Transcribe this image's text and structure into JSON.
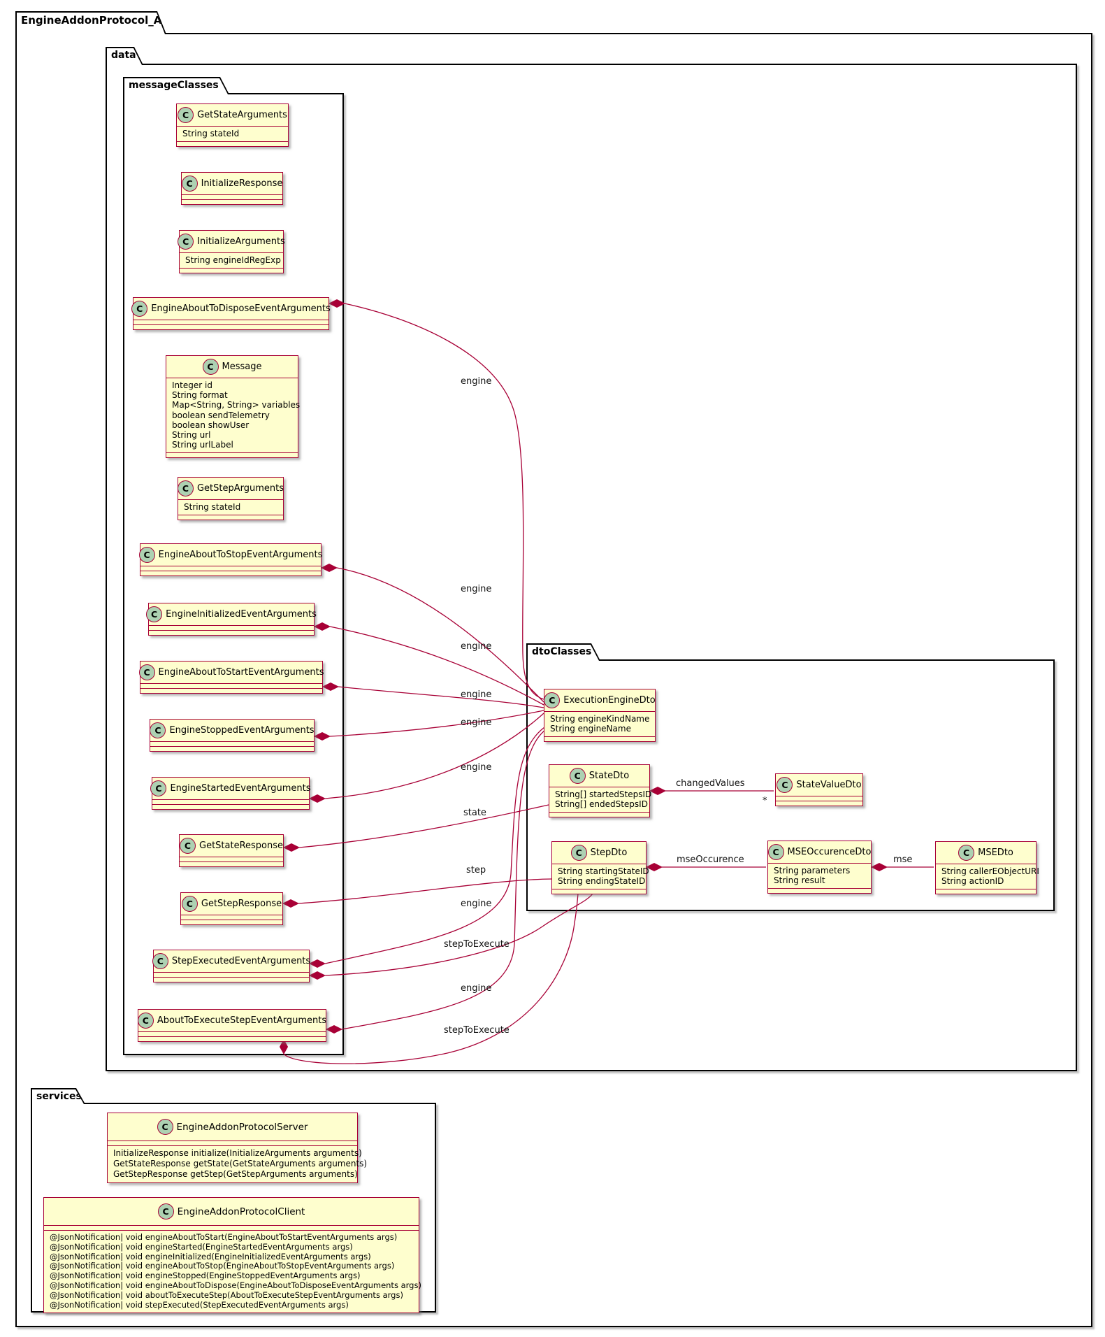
{
  "diagram": {
    "frame_title": "EngineAddonProtocol_API",
    "class_letter": "C",
    "packages": {
      "data": "data",
      "message_classes": "messageClasses",
      "dto_classes": "dtoClasses",
      "services": "services"
    }
  },
  "classes": {
    "get_state_arguments": {
      "name": "GetStateArguments",
      "attrs": [
        "String stateId"
      ]
    },
    "initialize_response": {
      "name": "InitializeResponse",
      "attrs": []
    },
    "initialize_arguments": {
      "name": "InitializeArguments",
      "attrs": [
        "String engineIdRegExp"
      ]
    },
    "engine_about_to_dispose": {
      "name": "EngineAboutToDisposeEventArguments",
      "attrs": []
    },
    "message": {
      "name": "Message",
      "attrs": [
        "Integer id",
        "String format",
        "Map<String, String> variables",
        "boolean sendTelemetry",
        "boolean showUser",
        "String url",
        "String urlLabel"
      ]
    },
    "get_step_arguments": {
      "name": "GetStepArguments",
      "attrs": [
        "String stateId"
      ]
    },
    "engine_about_to_stop": {
      "name": "EngineAboutToStopEventArguments",
      "attrs": []
    },
    "engine_initialized": {
      "name": "EngineInitializedEventArguments",
      "attrs": []
    },
    "engine_about_to_start": {
      "name": "EngineAboutToStartEventArguments",
      "attrs": []
    },
    "engine_stopped": {
      "name": "EngineStoppedEventArguments",
      "attrs": []
    },
    "engine_started": {
      "name": "EngineStartedEventArguments",
      "attrs": []
    },
    "get_state_response": {
      "name": "GetStateResponse",
      "attrs": []
    },
    "get_step_response": {
      "name": "GetStepResponse",
      "attrs": []
    },
    "step_executed": {
      "name": "StepExecutedEventArguments",
      "attrs": []
    },
    "about_to_execute_step": {
      "name": "AboutToExecuteStepEventArguments",
      "attrs": []
    },
    "execution_engine_dto": {
      "name": "ExecutionEngineDto",
      "attrs": [
        "String engineKindName",
        "String engineName"
      ]
    },
    "state_dto": {
      "name": "StateDto",
      "attrs": [
        "String[] startedStepsID",
        "String[] endedStepsID"
      ]
    },
    "state_value_dto": {
      "name": "StateValueDto",
      "attrs": []
    },
    "step_dto": {
      "name": "StepDto",
      "attrs": [
        "String startingStateID",
        "String endingStateID"
      ]
    },
    "mse_occurence_dto": {
      "name": "MSEOccurenceDto",
      "attrs": [
        "String parameters",
        "String result"
      ]
    },
    "mse_dto": {
      "name": "MSEDto",
      "attrs": [
        "String callerEObjectURI",
        "String actionID"
      ]
    },
    "server": {
      "name": "EngineAddonProtocolServer",
      "methods": [
        "InitializeResponse initialize(InitializeArguments arguments)",
        "GetStateResponse getState(GetStateArguments arguments)",
        "GetStepResponse getStep(GetStepArguments arguments)"
      ]
    },
    "client": {
      "name": "EngineAddonProtocolClient",
      "methods": [
        "@JsonNotification| void engineAboutToStart(EngineAboutToStartEventArguments args)",
        "@JsonNotification| void engineStarted(EngineStartedEventArguments args)",
        "@JsonNotification| void engineInitialized(EngineInitializedEventArguments args)",
        "@JsonNotification| void engineAboutToStop(EngineAboutToStopEventArguments args)",
        "@JsonNotification| void engineStopped(EngineStoppedEventArguments args)",
        "@JsonNotification| void engineAboutToDispose(EngineAboutToDisposeEventArguments args)",
        "@JsonNotification| void aboutToExecuteStep(AboutToExecuteStepEventArguments args)",
        "@JsonNotification| void stepExecuted(StepExecutedEventArguments args)"
      ]
    }
  },
  "edges": [
    {
      "from": "EngineAboutToDisposeEventArguments",
      "to": "ExecutionEngineDto",
      "label": "engine"
    },
    {
      "from": "EngineAboutToStopEventArguments",
      "to": "ExecutionEngineDto",
      "label": "engine"
    },
    {
      "from": "EngineInitializedEventArguments",
      "to": "ExecutionEngineDto",
      "label": "engine"
    },
    {
      "from": "EngineAboutToStartEventArguments",
      "to": "ExecutionEngineDto",
      "label": "engine"
    },
    {
      "from": "EngineStoppedEventArguments",
      "to": "ExecutionEngineDto",
      "label": "engine"
    },
    {
      "from": "EngineStartedEventArguments",
      "to": "ExecutionEngineDto",
      "label": "engine"
    },
    {
      "from": "GetStateResponse",
      "to": "StateDto",
      "label": "state"
    },
    {
      "from": "GetStepResponse",
      "to": "StepDto",
      "label": "step"
    },
    {
      "from": "StepExecutedEventArguments",
      "to": "ExecutionEngineDto",
      "label": "engine"
    },
    {
      "from": "StepExecutedEventArguments",
      "to": "StepDto",
      "label": "stepToExecute"
    },
    {
      "from": "AboutToExecuteStepEventArguments",
      "to": "ExecutionEngineDto",
      "label": "engine"
    },
    {
      "from": "AboutToExecuteStepEventArguments",
      "to": "StepDto",
      "label": "stepToExecute"
    },
    {
      "from": "StateDto",
      "to": "StateValueDto",
      "label": "changedValues",
      "multiplicity": "*"
    },
    {
      "from": "StepDto",
      "to": "MSEOccurenceDto",
      "label": "mseOccurence"
    },
    {
      "from": "MSEOccurenceDto",
      "to": "MSEDto",
      "label": "mse"
    }
  ]
}
